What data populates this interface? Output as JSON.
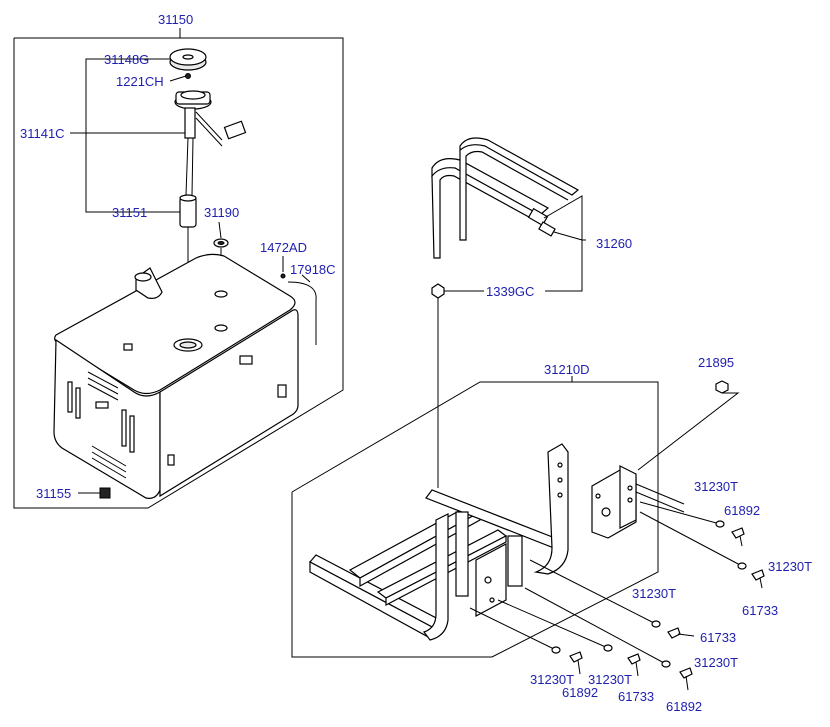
{
  "colors": {
    "label": "#1f1fb0",
    "line": "#000000",
    "background": "#ffffff"
  },
  "labels": {
    "a31150": "31150",
    "a31148g": "31148G",
    "a1221ch": "1221CH",
    "a31141c": "31141C",
    "a31151": "31151",
    "a31190": "31190",
    "a1472ad": "1472AD",
    "a17918c": "17918C",
    "a31155": "31155",
    "a31260": "31260",
    "a1339gc": "1339GC",
    "a31210d": "31210D",
    "a21895": "21895",
    "a31230t_1": "31230T",
    "a61892_1": "61892",
    "a31230t_2": "31230T",
    "a61733_1": "61733",
    "a31230t_3": "31230T",
    "a61733_2": "61733",
    "a31230t_4": "31230T",
    "a31230t_5": "31230T",
    "a31230t_6": "31230T",
    "a61892_2": "61892",
    "a61733_3": "61733",
    "a61892_3": "61892"
  }
}
